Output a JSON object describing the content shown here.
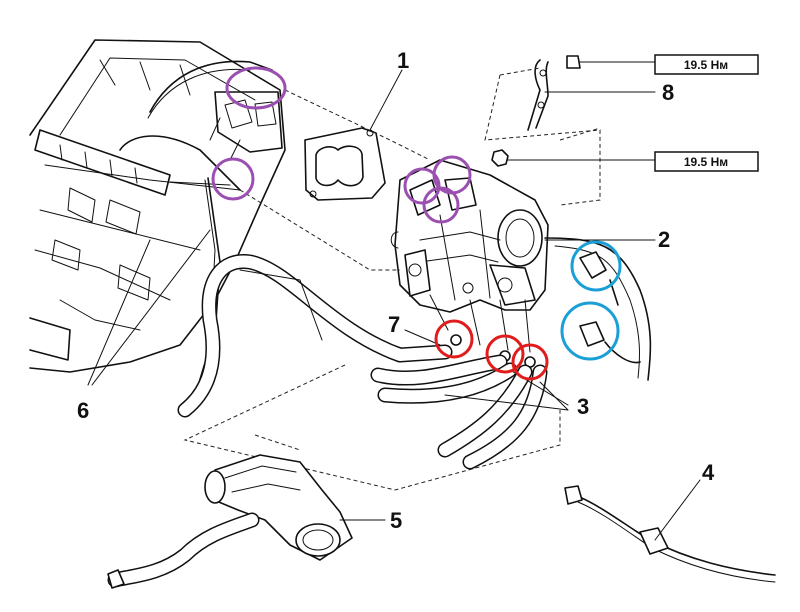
{
  "callouts": {
    "c1": "1",
    "c2": "2",
    "c3": "3",
    "c4": "4",
    "c5": "5",
    "c6": "6",
    "c7": "7",
    "c8": "8"
  },
  "torque": {
    "upper": "19.5 Нм",
    "lower": "19.5 Нм"
  },
  "highlight_colors": {
    "purple": "#9b4fb0",
    "red": "#e01c1c",
    "blue": "#1a9fd6"
  }
}
